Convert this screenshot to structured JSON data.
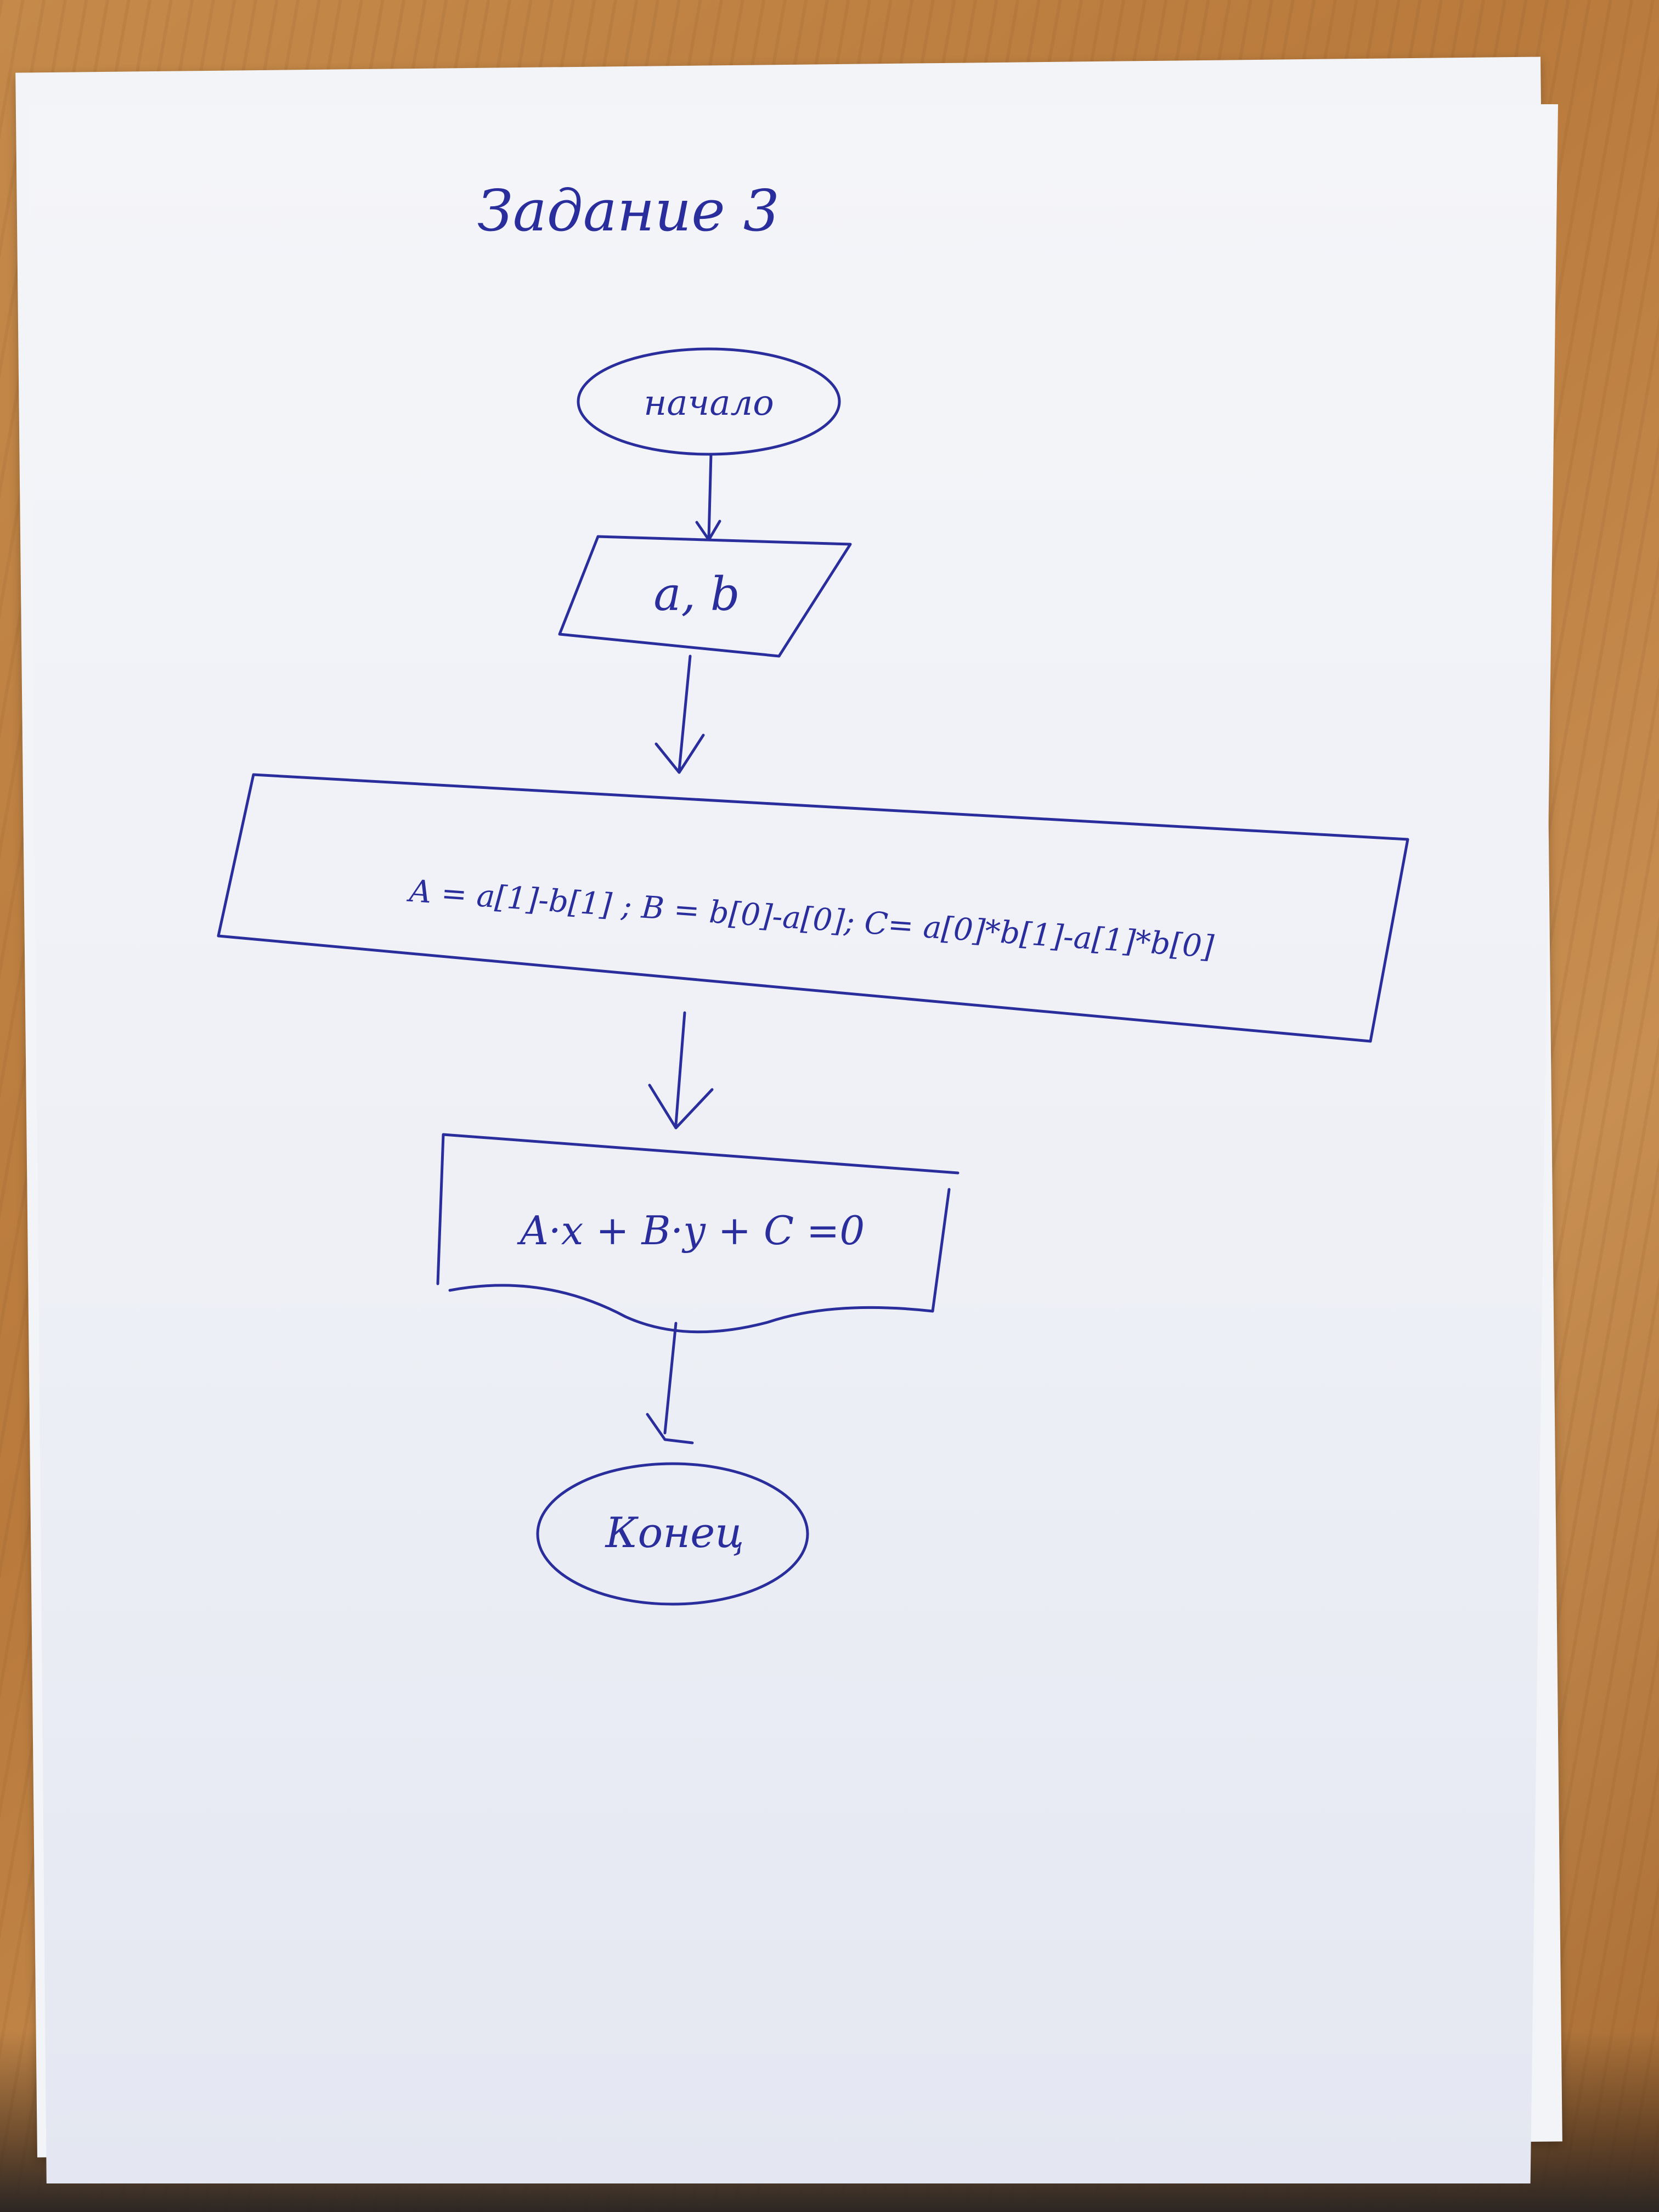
{
  "paper": {
    "heading": "Задание 3"
  },
  "flowchart": {
    "start": "начало",
    "input": "a, b",
    "process": "A = a[1]-b[1]   ; B = b[0]-a[0]; C= a[0]*b[1]-a[1]*b[0]",
    "output": "A·x + B·y + C =0",
    "end": "Конец"
  },
  "colors": {
    "ink": "#2a2e9c",
    "paper": "#f1f2f7",
    "desk": "#c58a4a"
  }
}
